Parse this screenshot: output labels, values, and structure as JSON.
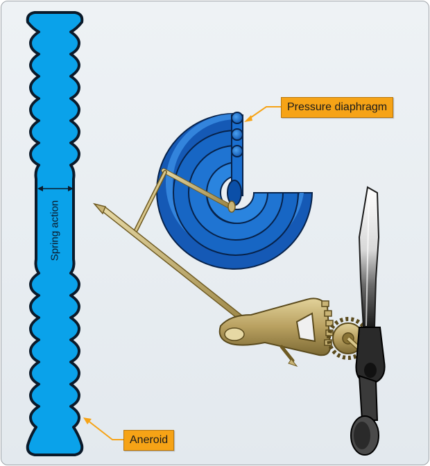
{
  "labels": {
    "pressure_diaphragm": "Pressure diaphragm",
    "spring_action": "Spring action",
    "aneroid": "Aneroid"
  },
  "colors": {
    "aneroid_blue": "#0aa2ea",
    "diaphragm_blue": "#1f6fd0",
    "brass": "#b8a060",
    "callout_orange": "#f6a316",
    "pointer_dark": "#2a2a2a"
  }
}
